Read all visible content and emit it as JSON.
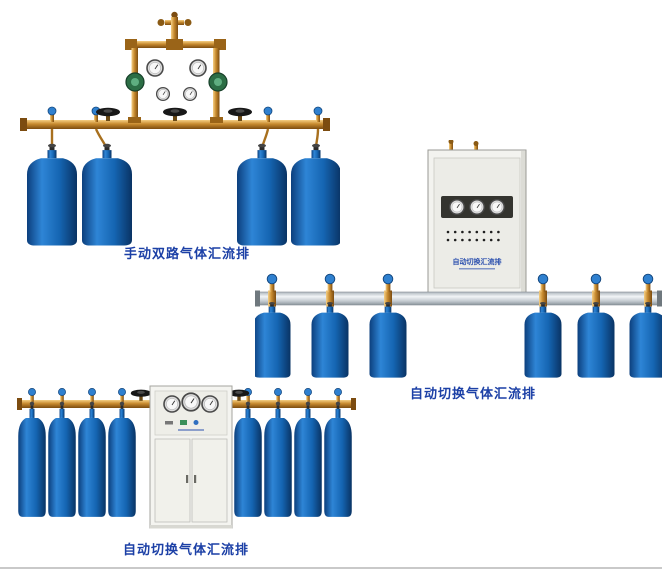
{
  "products": [
    {
      "caption": "手动双路气体汇流排"
    },
    {
      "caption": "自动切换气体汇流排",
      "cabinet_label": "自动切换汇流排"
    },
    {
      "caption": "自动切换气体汇流排"
    }
  ],
  "colors": {
    "caption_blue": "#1c40a6",
    "cylinder_blue": "#1f6fbe",
    "brass": "#c78a2e",
    "rail_silver": "#c3cad0",
    "cabinet_white": "#f3f3ef",
    "background": "#ffffff"
  }
}
